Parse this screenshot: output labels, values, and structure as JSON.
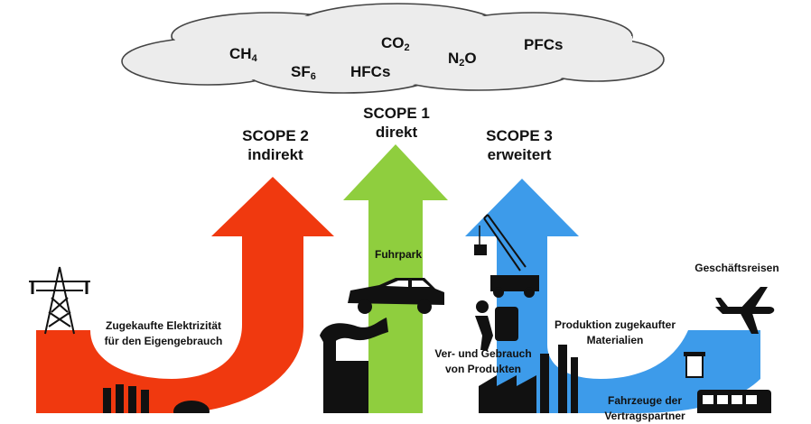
{
  "gases": [
    {
      "name": "CH",
      "sub": "4"
    },
    {
      "name": "SF",
      "sub": "6"
    },
    {
      "name": "HFCs",
      "sub": ""
    },
    {
      "name": "CO",
      "sub": "2"
    },
    {
      "name": "N",
      "sub": "2",
      "suffix": "O"
    },
    {
      "name": "PFCs",
      "sub": ""
    }
  ],
  "scopes": {
    "scope1": {
      "title": "SCOPE 1",
      "subtitle": "direkt",
      "color": "#8fce3e"
    },
    "scope2": {
      "title": "SCOPE 2",
      "subtitle": "indirekt",
      "color": "#f0390f"
    },
    "scope3": {
      "title": "SCOPE 3",
      "subtitle": "erweitert",
      "color": "#3d9bea"
    }
  },
  "labels": {
    "electricity_line1": "Zugekaufte Elektrizität",
    "electricity_line2": "für den Eigengebrauch",
    "fleet": "Fuhrpark",
    "use_line1": "Ver- und Gebrauch",
    "use_line2": "von Produkten",
    "production_line1": "Produktion zugekaufter",
    "production_line2": "Materialien",
    "business_travel": "Geschäftsreisen",
    "vehicles_line1": "Fahrzeuge der",
    "vehicles_line2": "Vertragspartner"
  },
  "icons": [
    "power-pylon-icon",
    "factory-chimneys-icon",
    "car-icon",
    "factory-smoke-icon",
    "crane-icon",
    "worker-icon",
    "factory-icon",
    "airplane-icon",
    "trash-can-icon",
    "bus-icon"
  ]
}
